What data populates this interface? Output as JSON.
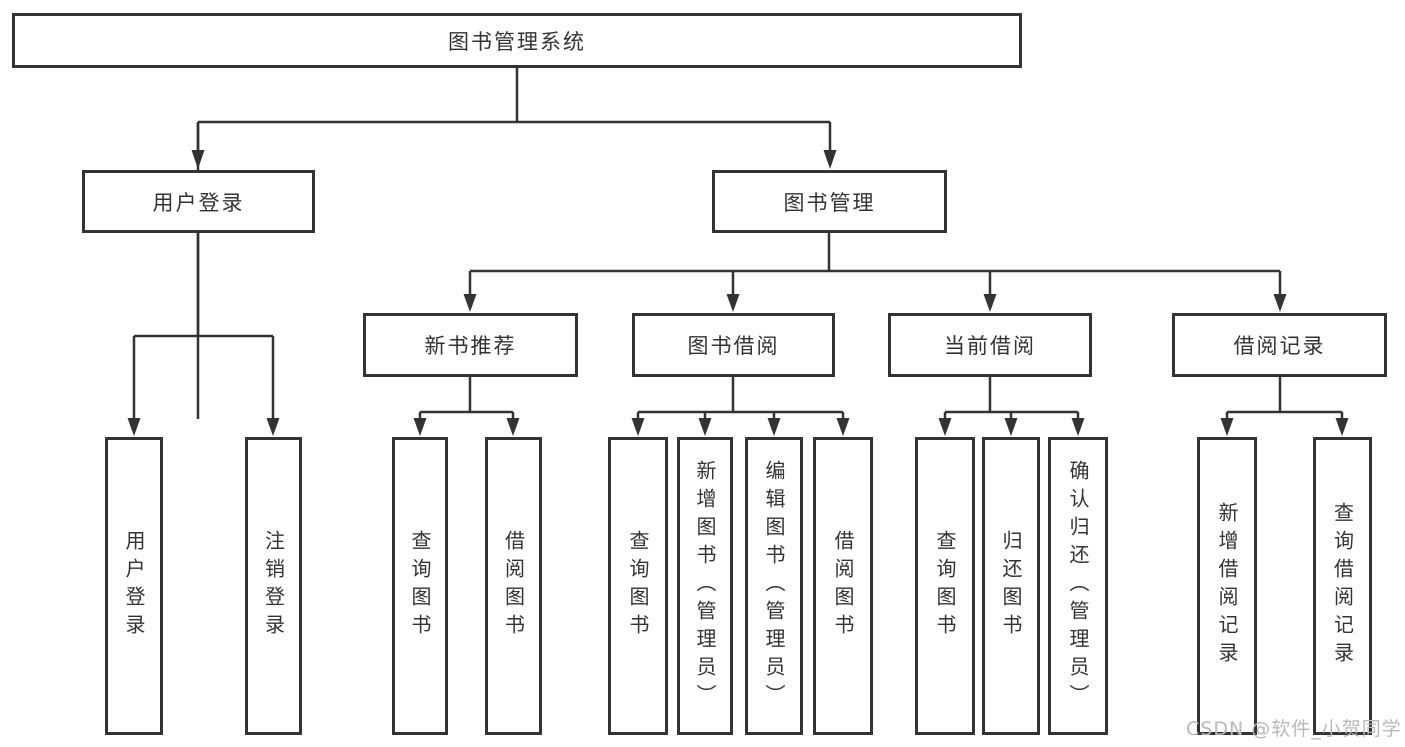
{
  "tree": {
    "label": "图书管理系统",
    "children": [
      {
        "label": "用户登录",
        "children": [
          {
            "label": "用户登录"
          },
          {
            "label": "注销登录"
          }
        ]
      },
      {
        "label": "图书管理",
        "children": [
          {
            "label": "新书推荐",
            "children": [
              {
                "label": "查询图书"
              },
              {
                "label": "借阅图书"
              }
            ]
          },
          {
            "label": "图书借阅",
            "children": [
              {
                "label": "查询图书"
              },
              {
                "label": "新增图书（管理员）"
              },
              {
                "label": "编辑图书（管理员）"
              },
              {
                "label": "借阅图书"
              }
            ]
          },
          {
            "label": "当前借阅",
            "children": [
              {
                "label": "查询图书"
              },
              {
                "label": "归还图书"
              },
              {
                "label": "确认归还（管理员）"
              }
            ]
          },
          {
            "label": "借阅记录",
            "children": [
              {
                "label": "新增借阅记录"
              },
              {
                "label": "查询借阅记录"
              }
            ]
          }
        ]
      }
    ]
  },
  "watermark": "CSDN @软件_小贺同学",
  "colors": {
    "line": "#333333",
    "text": "#333333",
    "watermark": "#b9b9b9",
    "background": "#ffffff"
  }
}
